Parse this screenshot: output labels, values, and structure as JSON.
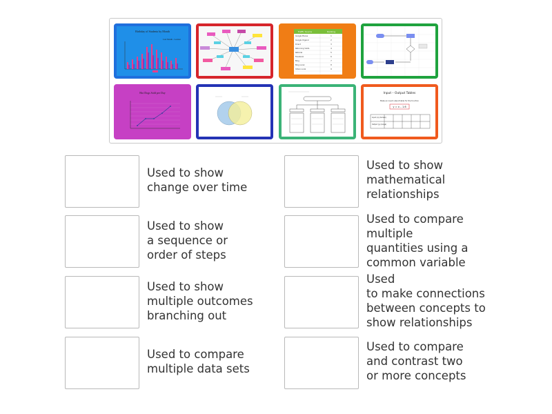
{
  "colors": {
    "card_blue": "#1f6fdd",
    "card_red": "#d6252b",
    "card_orange": "#f07d15",
    "card_green": "#1fa33e",
    "card_magenta": "#c640c4",
    "card_navy": "#2433b5",
    "card_teal": "#3bb377",
    "card_orange_red": "#f05a1e",
    "slot_border": "#b8b8b8",
    "text": "#333333"
  },
  "cards": [
    {
      "icon": "bar-graph-thumbnail",
      "title": "Birthday of Students by Month",
      "sub": "Last Month - Learner"
    },
    {
      "icon": "concept-map-thumbnail"
    },
    {
      "icon": "table-thumbnail",
      "header": [
        "Traffic Source",
        "Ranking"
      ],
      "rows": [
        [
          "Google Places",
          "1"
        ],
        [
          "Google Organic",
          "2"
        ],
        [
          "Direct",
          "3"
        ],
        [
          "Returning Visits",
          "4"
        ],
        [
          "Referral",
          "5"
        ],
        [
          "Facebook",
          "6"
        ],
        [
          "Bing",
          "7"
        ],
        [
          "Bing Local",
          "8"
        ],
        [
          "Yahoo Local",
          "9"
        ]
      ]
    },
    {
      "icon": "flow-chart-thumbnail"
    },
    {
      "icon": "line-graph-thumbnail",
      "title": "Hot Dogs Sold per Day"
    },
    {
      "icon": "venn-diagram-thumbnail"
    },
    {
      "icon": "tree-diagram-thumbnail"
    },
    {
      "icon": "input-output-table-thumbnail",
      "title": "Input – Output Tables",
      "instruction": "Make an input output table for the function",
      "equation": "y = x – 1.6",
      "row_labels": [
        "Input (x) (domain)",
        "Output (y) (range)"
      ]
    }
  ],
  "clues": [
    {
      "text": "Used to show\nchange over time"
    },
    {
      "text": "Used to show\na sequence or\norder of steps"
    },
    {
      "text": "Used to show\nmultiple outcomes\nbranching out"
    },
    {
      "text": "Used to compare\nmultiple data sets"
    },
    {
      "text": "Used to show\nmathematical\nrelationships"
    },
    {
      "text": "Used to compare\nmultiple\nquantities using a\ncommon variable"
    },
    {
      "text": "Used\nto make connections\nbetween concepts to\nshow relationships"
    },
    {
      "text": "Used to compare\nand contrast two\nor more concepts"
    }
  ]
}
